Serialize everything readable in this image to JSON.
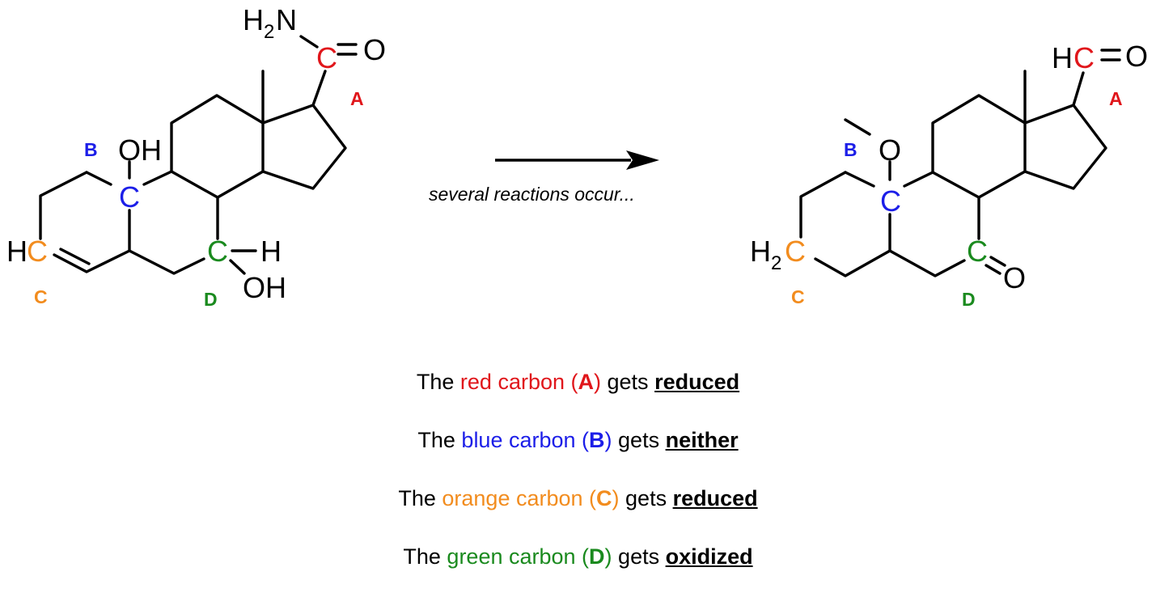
{
  "colors": {
    "a": "#e0161b",
    "b": "#1c1ee8",
    "c": "#f28c1e",
    "d": "#1a8a1e",
    "ink": "#000000"
  },
  "reaction": {
    "arrow_caption": "several reactions occur..."
  },
  "reactant": {
    "amide_nh2": "H",
    "amide_nh2_sub": "2",
    "amide_n": "N",
    "carbon_a": "C",
    "carbonyl_o": "O",
    "carbon_b": "C",
    "hydroxyl_b": "OH",
    "carbon_c_h": "H",
    "carbon_c": "C",
    "carbon_d": "C",
    "carbon_d_h": "H",
    "hydroxyl_d": "OH",
    "label_a": "A",
    "label_b": "B",
    "label_c": "C",
    "label_d": "D"
  },
  "product": {
    "aldehyde_h": "H",
    "carbon_a": "C",
    "aldehyde_o": "O",
    "methoxy_o": "O",
    "carbon_b": "C",
    "carbon_c_h": "H",
    "carbon_c_sub": "2",
    "carbon_c": "C",
    "carbon_d": "C",
    "ketone_o": "O",
    "label_a": "A",
    "label_b": "B",
    "label_c": "C",
    "label_d": "D"
  },
  "statements": [
    {
      "prefix": "The ",
      "color_key": "a",
      "name": "red carbon",
      "open": " (",
      "letter": "A",
      "close": ")",
      "verb": " gets ",
      "result": "reduced"
    },
    {
      "prefix": "The ",
      "color_key": "b",
      "name": "blue carbon",
      "open": " (",
      "letter": "B",
      "close": ")",
      "verb": " gets ",
      "result": "neither"
    },
    {
      "prefix": "The ",
      "color_key": "c",
      "name": "orange carbon",
      "open": " (",
      "letter": "C",
      "close": ")",
      "verb": " gets ",
      "result": "reduced"
    },
    {
      "prefix": "The ",
      "color_key": "d",
      "name": "green carbon",
      "open": " (",
      "letter": "D",
      "close": ")",
      "verb": " gets ",
      "result": "oxidized"
    }
  ]
}
